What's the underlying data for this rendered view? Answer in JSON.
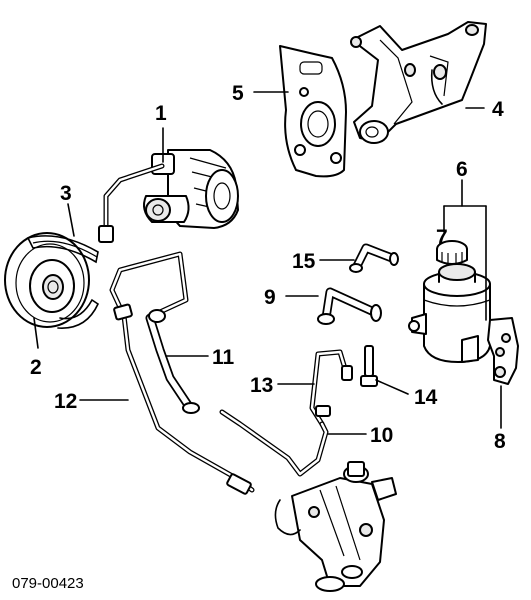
{
  "diagram": {
    "code": "079-00423",
    "callouts": [
      {
        "id": "1",
        "label": "1"
      },
      {
        "id": "2",
        "label": "2"
      },
      {
        "id": "3",
        "label": "3"
      },
      {
        "id": "4",
        "label": "4"
      },
      {
        "id": "5",
        "label": "5"
      },
      {
        "id": "6",
        "label": "6"
      },
      {
        "id": "7",
        "label": "7"
      },
      {
        "id": "8",
        "label": "8"
      },
      {
        "id": "9",
        "label": "9"
      },
      {
        "id": "10",
        "label": "10"
      },
      {
        "id": "11",
        "label": "11"
      },
      {
        "id": "12",
        "label": "12"
      },
      {
        "id": "13",
        "label": "13"
      },
      {
        "id": "14",
        "label": "14"
      },
      {
        "id": "15",
        "label": "15"
      }
    ]
  }
}
